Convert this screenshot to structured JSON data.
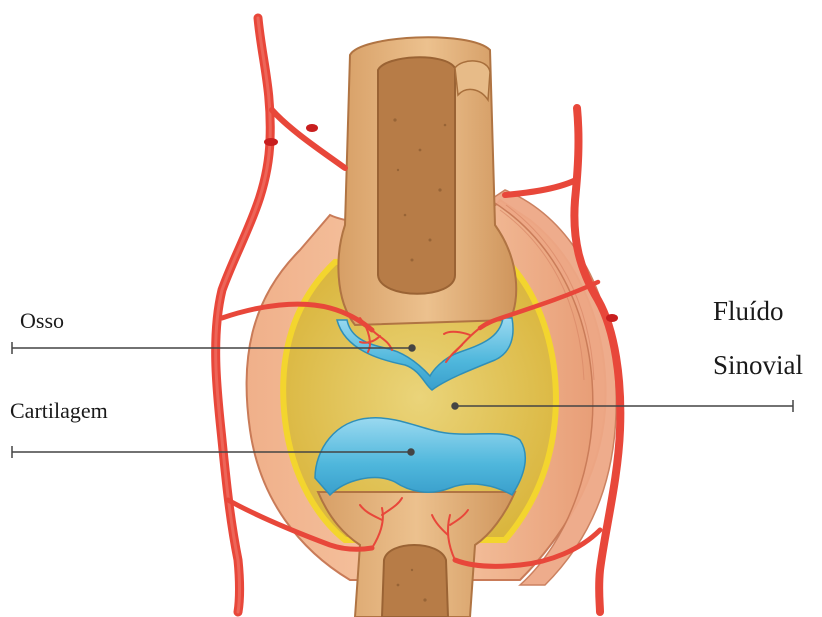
{
  "labels": {
    "osso": "Osso",
    "cartilagem": "Cartilagem",
    "fluido_line1": "Fluído",
    "fluido_line2": "Sinovial"
  },
  "colors": {
    "bone": "#e2b27c",
    "bone_dark": "#c48a52",
    "marrow": "#b67b48",
    "cartilage": "#5cc3e0",
    "synovial_fluid": "#e6c64a",
    "capsule_outer": "#e8a07a",
    "capsule_yellow": "#f2d23a",
    "artery": "#e8473a",
    "leader_line": "#444444"
  }
}
